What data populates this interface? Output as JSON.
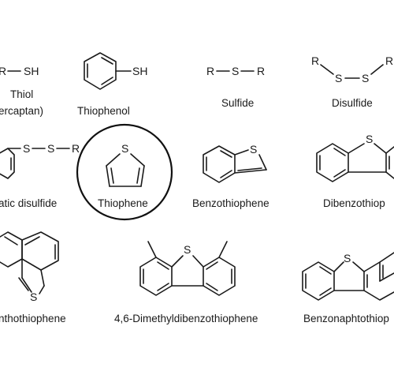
{
  "atoms": {
    "sh": "SH",
    "s": "S",
    "r": "R"
  },
  "labels": {
    "thiol": "Thiol",
    "mercaptan": "ercaptan)",
    "thiophenol": "Thiophenol",
    "sulfide": "Sulfide",
    "disulfide": "Disulfide",
    "aromatic_disulfide": "atic disulfide",
    "thiophene": "Thiophene",
    "benzothiophene": "Benzothiophene",
    "dibenzothiophene": "Dibenzothiop",
    "naphthothiophene": "nthothiophene",
    "dimethyldibenzothiophene": "4,6-Dimethyldibenzothiophene",
    "benzonaphthothiophene": "Benzonaphtothiop"
  },
  "colors": {
    "ink": "#1a1a1a",
    "background": "#ffffff"
  }
}
